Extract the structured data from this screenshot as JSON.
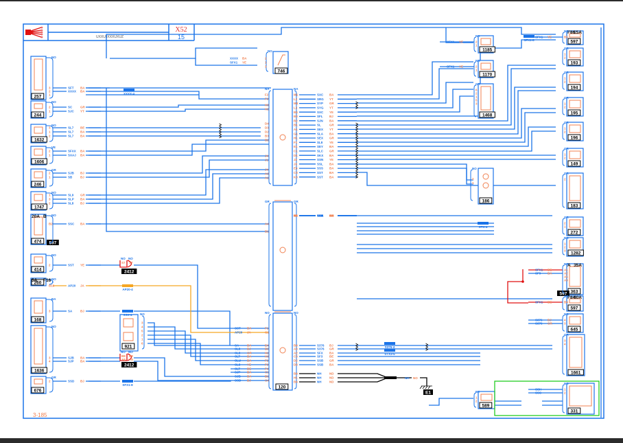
{
  "header": {
    "title_code": "UXXUJXXXUXUZ",
    "sheet_code": "X52",
    "sheet_number": "15",
    "logo_icon": "wiring-harness-icon"
  },
  "page_ref": "3-185",
  "colors": {
    "wire_blue": "#1a73e8",
    "component_orange": "#f08050",
    "wire_orange": "#f5a623",
    "wire_red": "#e01010",
    "highlight_green": "#22cc22"
  },
  "left_components": [
    {
      "id": "257",
      "conn": "NO",
      "pins": [
        "3",
        "2",
        "1"
      ],
      "wires": [
        {
          "code": "SFT",
          "color": "BA"
        },
        {
          "code": "XXXX",
          "color": "BA"
        }
      ]
    },
    {
      "id": "244",
      "conn": "NO",
      "pins": [
        "2",
        "1"
      ],
      "wires": [
        {
          "code": "SC",
          "color": "GR"
        },
        {
          "code": "SJC",
          "color": "YT"
        }
      ]
    },
    {
      "id": "1632",
      "conn": "NO",
      "pins": [
        "3",
        "1",
        "2"
      ],
      "wires": [
        {
          "code": "SL7",
          "color": "BE"
        },
        {
          "code": "SL7",
          "color": "BA"
        },
        {
          "code": "SL7",
          "color": "BA"
        }
      ]
    },
    {
      "id": "1606",
      "conn": "VE",
      "pins": [
        "2",
        "1"
      ],
      "wires": [
        {
          "code": "SFXX",
          "color": "BA"
        },
        {
          "code": "SXAJ",
          "color": "BA"
        }
      ]
    },
    {
      "id": "246",
      "conn": "GR",
      "pins": [
        "2",
        "1"
      ],
      "wires": [
        {
          "code": "SJB",
          "color": "BJ"
        },
        {
          "code": "SB",
          "color": "BJ"
        }
      ]
    },
    {
      "id": "1747",
      "conn": "NO",
      "pins": [
        "1",
        "3",
        "2"
      ],
      "wires": [
        {
          "code": "SL9",
          "color": "GR"
        },
        {
          "code": "SLP",
          "color": "BA"
        },
        {
          "code": "SL8",
          "color": "BJ"
        }
      ]
    },
    {
      "id": "474",
      "conn": "NO",
      "pins": [
        "B2"
      ],
      "ratings": [
        "20A",
        "B"
      ],
      "ref": "597",
      "wires": [
        {
          "code": "SSC",
          "color": "BA"
        }
      ]
    },
    {
      "id": "414",
      "conn": "NO",
      "pins": [
        "2"
      ],
      "wires": [
        {
          "code": "SST",
          "color": "YE"
        }
      ]
    },
    {
      "id": "260",
      "conn": "NO",
      "pins": [
        "B16"
      ],
      "ratings": [
        "5A",
        "F16"
      ],
      "wires": [
        {
          "code": "AP20",
          "color": "JA"
        }
      ]
    },
    {
      "id": "168",
      "conn": "BA",
      "pins": [
        "3"
      ],
      "wires": [
        {
          "code": "SA",
          "color": "BJ"
        }
      ]
    },
    {
      "id": "1636",
      "conn": "NO",
      "pins": [
        "3",
        "4"
      ],
      "wires": [
        {
          "code": "SJB",
          "color": "BA"
        },
        {
          "code": "SJP",
          "color": "BA"
        }
      ]
    },
    {
      "id": "676",
      "conn": "GR",
      "pins": [
        "2"
      ],
      "wires": [
        {
          "code": "SSD",
          "color": "BJ"
        }
      ]
    }
  ],
  "middle_components": [
    {
      "id": "746",
      "conn": "NO",
      "pins": [
        "2",
        "1",
        "3"
      ],
      "wires": [
        {
          "code": "XXXX",
          "color": "BA"
        },
        {
          "code": "SFX1",
          "color": "YE"
        }
      ]
    },
    {
      "id": "921",
      "conn": "NO",
      "pins": [
        "3",
        "4",
        "5",
        "2",
        "1",
        "6"
      ]
    },
    {
      "id": "2412",
      "conn": "NO",
      "pins": [
        "S7"
      ]
    },
    {
      "id": "2412",
      "conn": "NO",
      "pins": [
        "B8",
        "A8"
      ]
    },
    {
      "id": "186",
      "conn": "NO",
      "pins": [
        "2",
        "1"
      ]
    }
  ],
  "splices": [
    "XXXX-4",
    "AP20-4",
    "SSX-4",
    "SSD-4",
    "SFX1-8",
    "STX-4",
    "S376-4",
    "STX3-5",
    "SNX-4"
  ],
  "main_connector": {
    "id": "120",
    "block_a": {
      "conn_left": "NA",
      "conn_right": "NA",
      "left_pins": [
        "F2",
        "F3",
        "H3",
        "H2",
        "D4",
        "D3",
        "D2",
        "B3",
        "B2",
        "J4",
        "J1",
        "J4",
        "A3",
        "A2"
      ],
      "right_pins": [
        "M1",
        "L2",
        "M4",
        "L3",
        "B4",
        "B3",
        "B2",
        "B1",
        "A1",
        "G1",
        "H1",
        "F1",
        "E1",
        "C1",
        "D1",
        "J2",
        "J3",
        "E4",
        "C3",
        "K3"
      ],
      "right_wires": [
        {
          "code": "SXC",
          "color": "BA"
        },
        {
          "code": "SRG",
          "color": "YT"
        },
        {
          "code": "SYP",
          "color": "GR"
        },
        {
          "code": "SYG",
          "color": "YT"
        },
        {
          "code": "SXC",
          "color": "YE"
        },
        {
          "code": "SFL",
          "color": "BJ"
        },
        {
          "code": "SJN",
          "color": "BA"
        },
        {
          "code": "SL",
          "color": "GR"
        },
        {
          "code": "SEX",
          "color": "YT"
        },
        {
          "code": "SLA",
          "color": "BA"
        },
        {
          "code": "SEX",
          "color": "GR"
        },
        {
          "code": "SL8",
          "color": "YE"
        },
        {
          "code": "SEY",
          "color": "BA"
        },
        {
          "code": "SLC",
          "color": "GR"
        },
        {
          "code": "SKX",
          "color": "BA"
        },
        {
          "code": "SSN",
          "color": "YE"
        },
        {
          "code": "SSL",
          "color": "BA"
        },
        {
          "code": "SSS",
          "color": "BA"
        },
        {
          "code": "SST",
          "color": "BA"
        },
        {
          "code": "SST",
          "color": "BA"
        }
      ]
    },
    "block_b": {
      "conn_left": "GR",
      "conn_right": "GR",
      "left_pins": [
        "A4",
        "B1"
      ],
      "right_pins": [
        "A1",
        "B1",
        "L1",
        "B2",
        "B3",
        "J3",
        "B3",
        "B3",
        "F1"
      ],
      "right_wires": [
        {
          "code": "SC",
          "color": "GR"
        },
        {
          "code": "SF8",
          "color": "BA"
        },
        {
          "code": "SF8",
          "color": "BA"
        },
        {
          "code": "SEB",
          "color": "BA"
        },
        {
          "code": "SSH",
          "color": "BA"
        },
        {
          "code": "SST",
          "color": "GR"
        },
        {
          "code": "SSX",
          "color": "BA"
        },
        {
          "code": "SSU",
          "color": "YE"
        },
        {
          "code": "SAA",
          "color": "BJ"
        }
      ]
    },
    "block_c": {
      "conn_left": "NO",
      "conn_right": "NO",
      "left_pins": [
        "F1",
        "G1",
        "E4",
        "B2",
        "H2",
        "H3",
        "F2",
        "F3",
        "F4",
        "C1",
        "B1",
        "C4"
      ],
      "left_wires": [
        {
          "code": "SST",
          "color": "BA"
        },
        {
          "code": "AP20",
          "color": "JA"
        },
        {
          "code": "SA",
          "color": "BA"
        },
        {
          "code": "SL8",
          "color": "BJ"
        },
        {
          "code": "SL8",
          "color": "GR"
        },
        {
          "code": "SLT",
          "color": "BA"
        },
        {
          "code": "SLU",
          "color": "BA"
        },
        {
          "code": "SL8",
          "color": "YE"
        },
        {
          "code": "SLT",
          "color": "BE"
        },
        {
          "code": "SJP",
          "color": "BA"
        },
        {
          "code": "SJB",
          "color": "BA"
        },
        {
          "code": "SSD",
          "color": "BJ"
        }
      ],
      "right_pins": [
        "B4",
        "A3",
        "A2",
        "C3",
        "D2",
        "D3",
        "B4",
        "H1",
        "B4"
      ],
      "right_wires": [
        {
          "code": "S376",
          "color": "BJ"
        },
        {
          "code": "S376",
          "color": "GR"
        },
        {
          "code": "SFX",
          "color": "BA"
        },
        {
          "code": "SF3",
          "color": "BE"
        },
        {
          "code": "SSB",
          "color": "GR"
        },
        {
          "code": "SSB",
          "color": "BA"
        },
        {
          "code": "NH",
          "color": "ND"
        },
        {
          "code": "NH",
          "color": "ND"
        },
        {
          "code": "NH",
          "color": "ND"
        }
      ],
      "ground": {
        "code": "NH",
        "color": "NO",
        "id": "E1"
      }
    }
  },
  "right_components": [
    {
      "id": "597",
      "conn": "NO",
      "pins": [
        "B5"
      ],
      "ratings": [
        "F86",
        "15A"
      ],
      "wires": [
        {
          "code": "SFX1",
          "color": "YE"
        }
      ]
    },
    {
      "id": "1185",
      "conn": "NA",
      "pins": [
        "2",
        "1"
      ],
      "wires": [
        {
          "code": "SFX1",
          "color": "YE"
        }
      ]
    },
    {
      "id": "1170",
      "conn": "NO",
      "pins": [
        "2",
        "1"
      ],
      "wires": [
        {
          "code": "SFX1",
          "color": "YE"
        }
      ]
    },
    {
      "id": "1468",
      "conn": "GR",
      "pins": [
        "6",
        "2",
        "1",
        "5",
        "3"
      ]
    },
    {
      "id": "193",
      "conn": "GR",
      "pins": [
        "1",
        "2"
      ]
    },
    {
      "id": "194",
      "conn": "GR",
      "pins": [
        "1",
        "2"
      ]
    },
    {
      "id": "195",
      "conn": "GR",
      "pins": [
        "1",
        "2"
      ]
    },
    {
      "id": "196",
      "conn": "GR",
      "pins": [
        "1",
        "2"
      ]
    },
    {
      "id": "149",
      "conn": "GR",
      "pins": [
        "1",
        "2"
      ]
    },
    {
      "id": "183",
      "conn": "GR",
      "pins": [
        "2"
      ]
    },
    {
      "id": "272",
      "conn": "GR",
      "pins": [
        "2",
        "1"
      ]
    },
    {
      "id": "1282",
      "conn": "NO",
      "pins": [
        "1",
        "2",
        "3"
      ]
    },
    {
      "id": "363",
      "conn": "NO",
      "pins": [
        "A1",
        "A2",
        "A5",
        "A3"
      ],
      "ratings": [
        "A",
        "35A"
      ],
      "ref": "597",
      "wires": [
        {
          "code": "SFX1",
          "color": "BE"
        },
        {
          "code": "SF9",
          "color": "BA"
        }
      ]
    },
    {
      "id": "597",
      "conn": "NO",
      "pins": [
        "B4"
      ],
      "ratings": [
        "F84",
        "40A"
      ],
      "wires": [
        {
          "code": "SFX1",
          "color": "BE"
        }
      ]
    },
    {
      "id": "645",
      "conn": "NO",
      "pins": [
        "4",
        "3"
      ],
      "wires": [
        {
          "code": "S376",
          "color": "BJ"
        },
        {
          "code": "S376",
          "color": "GR"
        }
      ]
    },
    {
      "id": "1661",
      "conn": "GR",
      "pins": [
        "3",
        "4"
      ]
    },
    {
      "id": "589",
      "conn": "BE",
      "pins": [
        "1",
        "2"
      ]
    },
    {
      "id": "331",
      "conn": "NO",
      "pins": [
        "1",
        "2"
      ],
      "wires": [
        {
          "code": "SSH",
          "color": ""
        },
        {
          "code": "SSS",
          "color": ""
        }
      ]
    }
  ]
}
